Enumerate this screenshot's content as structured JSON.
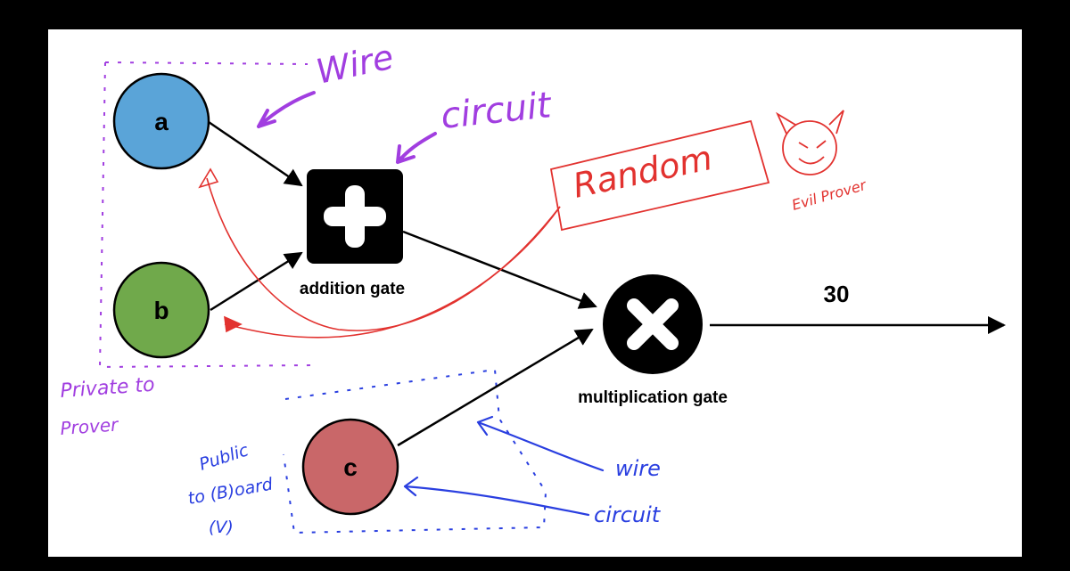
{
  "nodes": {
    "a": {
      "label": "a",
      "color": "#5aa4d8"
    },
    "b": {
      "label": "b",
      "color": "#70a94b"
    },
    "c": {
      "label": "c",
      "color": "#c96769"
    }
  },
  "gates": {
    "addition": {
      "label": "addition gate",
      "symbol": "plus-icon"
    },
    "multiplication": {
      "label": "multiplication gate",
      "symbol": "x-icon"
    }
  },
  "output": {
    "value": "30"
  },
  "annotations": {
    "wire_top": "Wire",
    "circuit_top": "circuit",
    "random": "Random",
    "evil_prover": "Evil Prover",
    "private_to_prover_line1": "Private to",
    "private_to_prover_line2": "Prover",
    "public_line1": "Public",
    "public_line2": "to (B)oard",
    "public_line3": "(V)",
    "wire_bottom": "wire",
    "circuit_bottom": "circuit"
  },
  "colors": {
    "purple_ink": "#a13ee0",
    "red_ink": "#e2322f",
    "blue_ink": "#2a3fe0",
    "background": "#000000",
    "panel": "#ffffff"
  }
}
